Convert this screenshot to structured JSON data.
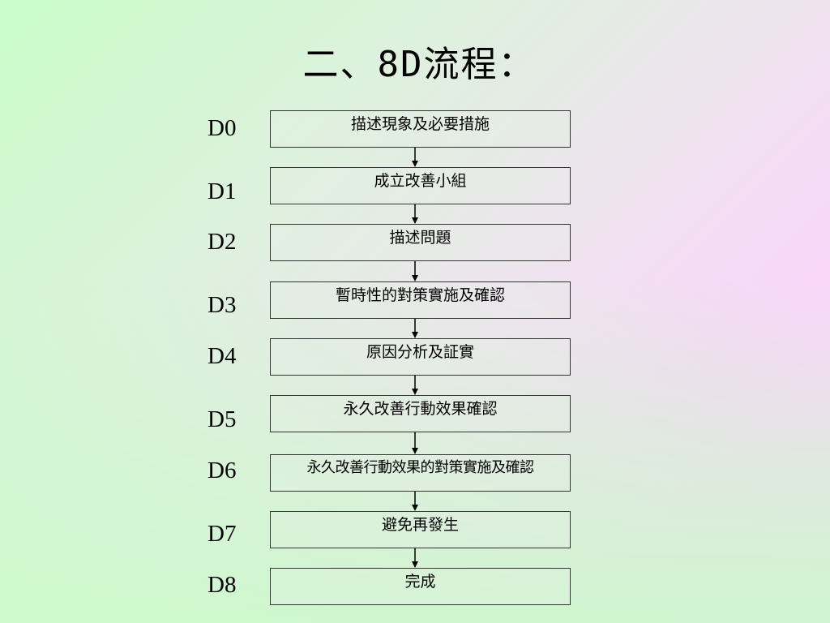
{
  "title": "二、8D流程：",
  "steps": [
    {
      "label": "D0",
      "text": "描述現象及必要措施"
    },
    {
      "label": "D1",
      "text": "成立改善小組"
    },
    {
      "label": "D2",
      "text": "描述問題"
    },
    {
      "label": "D3",
      "text": "暫時性的對策實施及確認"
    },
    {
      "label": "D4",
      "text": "原因分析及証實"
    },
    {
      "label": "D5",
      "text": "永久改善行動效果確認"
    },
    {
      "label": "D6",
      "text": "永久改善行動效果的對策實施及確認"
    },
    {
      "label": "D7",
      "text": "避免再發生"
    },
    {
      "label": "D8",
      "text": "完成"
    }
  ]
}
